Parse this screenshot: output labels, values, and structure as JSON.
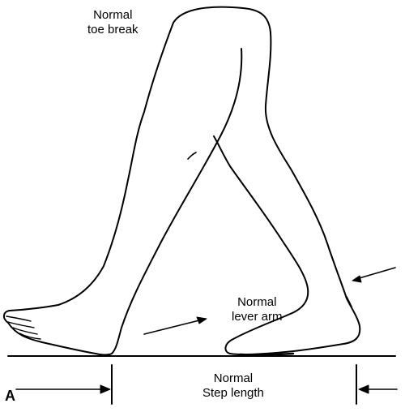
{
  "figure": {
    "panel_label": "A",
    "annotations": {
      "toe_break": {
        "line1": "Normal",
        "line2": "toe break"
      },
      "lever_arm": {
        "line1": "Normal",
        "line2": "lever arm"
      },
      "step_length": {
        "line1": "Normal",
        "line2": "Step length"
      }
    },
    "colors": {
      "ink": "#000000",
      "background": "#ffffff"
    }
  }
}
